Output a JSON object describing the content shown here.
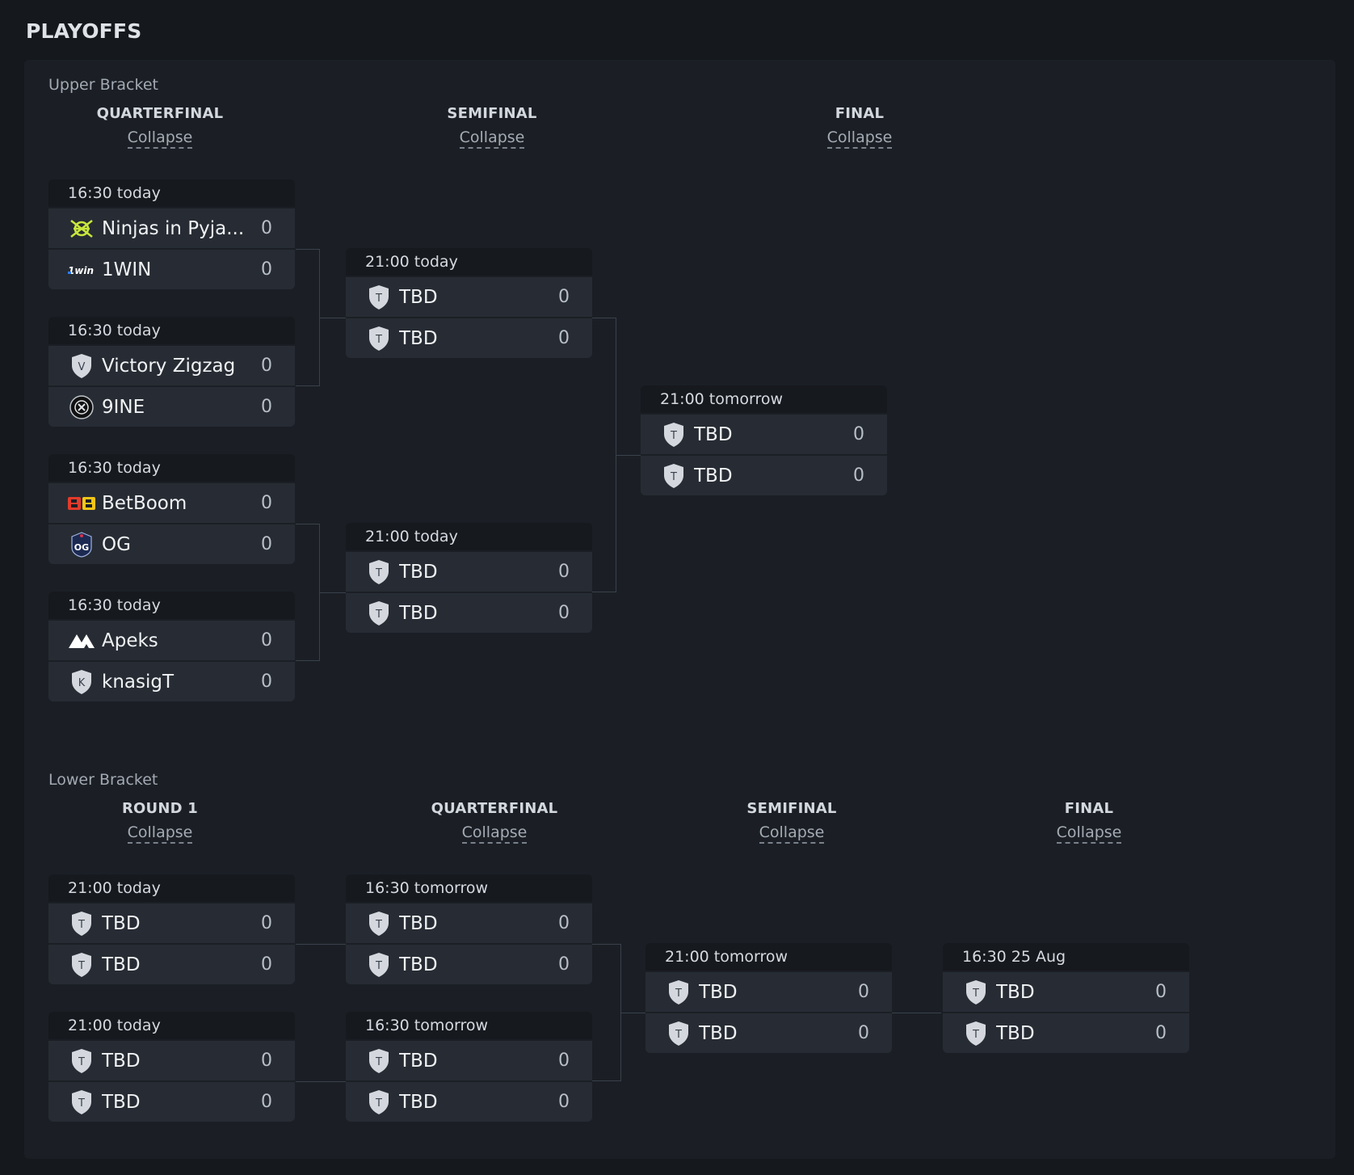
{
  "page_title": "PLAYOFFS",
  "upper": {
    "label": "Upper Bracket",
    "columns": [
      {
        "title": "QUARTERFINAL",
        "collapse": "Collapse"
      },
      {
        "title": "SEMIFINAL",
        "collapse": "Collapse"
      },
      {
        "title": "FINAL",
        "collapse": "Collapse"
      }
    ],
    "matches": [
      {
        "time": "16:30  today",
        "teams": [
          {
            "name": "Ninjas in Pyja...",
            "score": "0",
            "icon": "nip-logo-icon"
          },
          {
            "name": "1WIN",
            "score": "0",
            "icon": "1win-logo-icon"
          }
        ]
      },
      {
        "time": "16:30  today",
        "teams": [
          {
            "name": "Victory Zigzag",
            "score": "0",
            "icon": "shield-v-icon",
            "letter": "V"
          },
          {
            "name": "9INE",
            "score": "0",
            "icon": "9ine-logo-icon"
          }
        ]
      },
      {
        "time": "16:30  today",
        "teams": [
          {
            "name": "BetBoom",
            "score": "0",
            "icon": "betboom-logo-icon"
          },
          {
            "name": "OG",
            "score": "0",
            "icon": "og-logo-icon"
          }
        ]
      },
      {
        "time": "16:30  today",
        "teams": [
          {
            "name": "Apeks",
            "score": "0",
            "icon": "apeks-logo-icon"
          },
          {
            "name": "knasigT",
            "score": "0",
            "icon": "shield-k-icon",
            "letter": "K"
          }
        ]
      },
      {
        "time": "21:00  today",
        "teams": [
          {
            "name": "TBD",
            "score": "0",
            "icon": "shield-t-icon",
            "letter": "T"
          },
          {
            "name": "TBD",
            "score": "0",
            "icon": "shield-t-icon",
            "letter": "T"
          }
        ]
      },
      {
        "time": "21:00  today",
        "teams": [
          {
            "name": "TBD",
            "score": "0",
            "icon": "shield-t-icon",
            "letter": "T"
          },
          {
            "name": "TBD",
            "score": "0",
            "icon": "shield-t-icon",
            "letter": "T"
          }
        ]
      },
      {
        "time": "21:00  tomorrow",
        "teams": [
          {
            "name": "TBD",
            "score": "0",
            "icon": "shield-t-icon",
            "letter": "T"
          },
          {
            "name": "TBD",
            "score": "0",
            "icon": "shield-t-icon",
            "letter": "T"
          }
        ]
      }
    ]
  },
  "lower": {
    "label": "Lower Bracket",
    "columns": [
      {
        "title": "ROUND 1",
        "collapse": "Collapse"
      },
      {
        "title": "QUARTERFINAL",
        "collapse": "Collapse"
      },
      {
        "title": "SEMIFINAL",
        "collapse": "Collapse"
      },
      {
        "title": "FINAL",
        "collapse": "Collapse"
      }
    ],
    "matches": [
      {
        "time": "21:00  today",
        "teams": [
          {
            "name": "TBD",
            "score": "0",
            "icon": "shield-t-icon",
            "letter": "T"
          },
          {
            "name": "TBD",
            "score": "0",
            "icon": "shield-t-icon",
            "letter": "T"
          }
        ]
      },
      {
        "time": "21:00  today",
        "teams": [
          {
            "name": "TBD",
            "score": "0",
            "icon": "shield-t-icon",
            "letter": "T"
          },
          {
            "name": "TBD",
            "score": "0",
            "icon": "shield-t-icon",
            "letter": "T"
          }
        ]
      },
      {
        "time": "16:30  tomorrow",
        "teams": [
          {
            "name": "TBD",
            "score": "0",
            "icon": "shield-t-icon",
            "letter": "T"
          },
          {
            "name": "TBD",
            "score": "0",
            "icon": "shield-t-icon",
            "letter": "T"
          }
        ]
      },
      {
        "time": "16:30  tomorrow",
        "teams": [
          {
            "name": "TBD",
            "score": "0",
            "icon": "shield-t-icon",
            "letter": "T"
          },
          {
            "name": "TBD",
            "score": "0",
            "icon": "shield-t-icon",
            "letter": "T"
          }
        ]
      },
      {
        "time": "21:00  tomorrow",
        "teams": [
          {
            "name": "TBD",
            "score": "0",
            "icon": "shield-t-icon",
            "letter": "T"
          },
          {
            "name": "TBD",
            "score": "0",
            "icon": "shield-t-icon",
            "letter": "T"
          }
        ]
      },
      {
        "time": "16:30  25 Aug",
        "teams": [
          {
            "name": "TBD",
            "score": "0",
            "icon": "shield-t-icon",
            "letter": "T"
          },
          {
            "name": "TBD",
            "score": "0",
            "icon": "shield-t-icon",
            "letter": "T"
          }
        ]
      }
    ]
  },
  "colors": {
    "background": "#15181d",
    "panel": "#1b1f25",
    "row": "#272c34",
    "header": "#16191e",
    "connector": "#3a414b"
  }
}
